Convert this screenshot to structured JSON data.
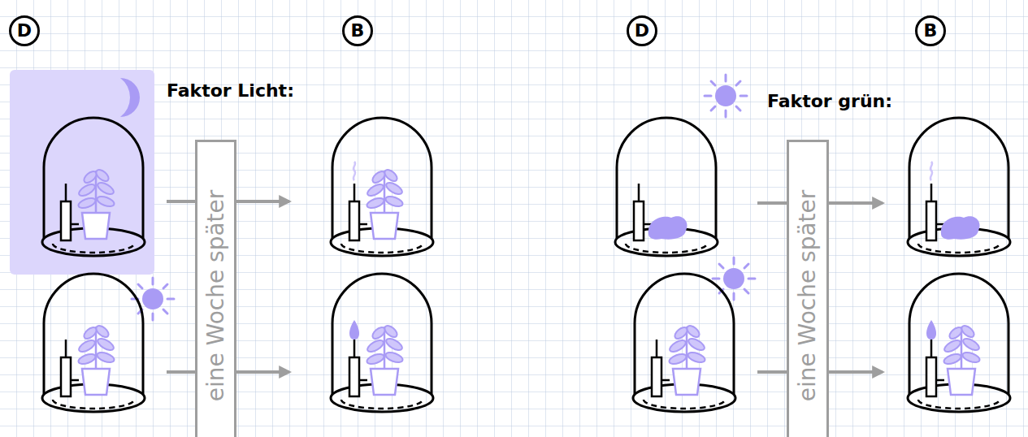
{
  "diagram": {
    "nodes": [
      {
        "text": [
          "D"
        ]
      },
      {
        "text": [
          "B"
        ]
      },
      {
        "text": [
          "eine Woche später"
        ]
      },
      {
        "text": [
          "D"
        ]
      },
      {
        "text": [
          "B"
        ]
      },
      {
        "text": [
          "eine Woche später"
        ]
      }
    ],
    "labels": [
      "Faktor Licht:",
      "Faktor grün:"
    ]
  }
}
